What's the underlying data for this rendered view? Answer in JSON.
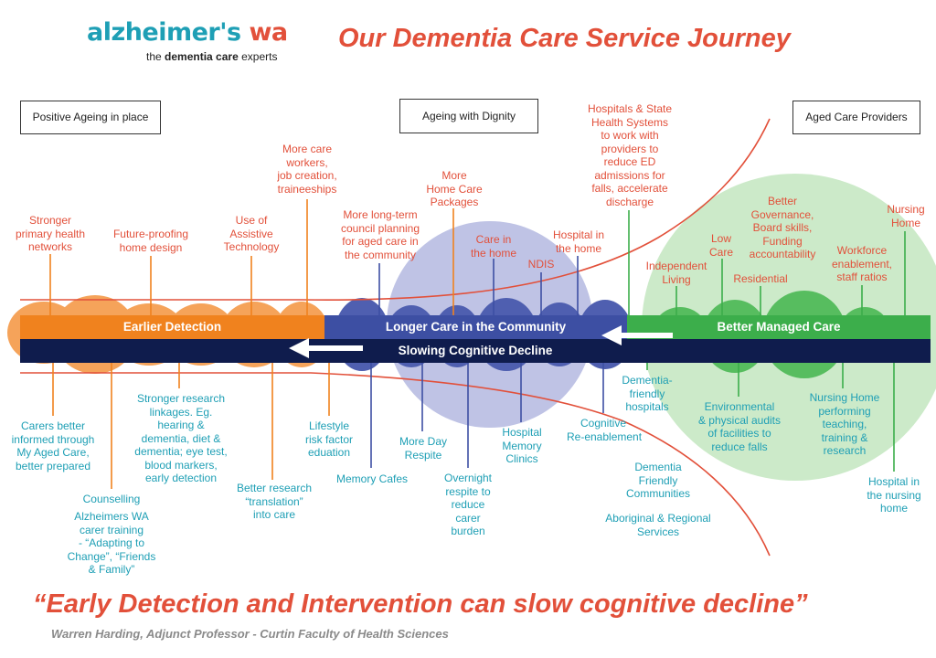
{
  "logo": {
    "name_main": "alzheimer's",
    "name_accent": "wa",
    "tagline_pre": "the",
    "tagline_bold": "dementia care",
    "tagline_post": "experts"
  },
  "title": "Our Dementia Care Service Journey",
  "stage_boxes": {
    "left": "Positive Ageing in place",
    "middle": "Ageing with Dignity",
    "right": "Aged Care Providers"
  },
  "bands": {
    "earlier": "Earlier Detection",
    "longer": "Longer Care in the Community",
    "better": "Better Managed Care",
    "slowing": "Slowing Cognitive Decline"
  },
  "top_labels": {
    "stronger_primary": [
      "Stronger",
      "primary health",
      "networks"
    ],
    "future_proofing": [
      "Future-proofing",
      "home design"
    ],
    "assistive": [
      "Use of",
      "Assistive",
      "Technology"
    ],
    "care_workers": [
      "More care",
      "workers,",
      "job creation,",
      "traineeships"
    ],
    "council": [
      "More long-term",
      "council planning",
      "for aged care in",
      "the community"
    ],
    "home_care": [
      "More",
      "Home Care",
      "Packages"
    ],
    "care_home": [
      "Care in",
      "the home"
    ],
    "ndis": [
      "NDIS"
    ],
    "hospital_home": [
      "Hospital in",
      "the home"
    ],
    "hospitals_state": [
      "Hospitals & State",
      "Health Systems",
      "to work with",
      "providers to",
      "reduce ED",
      "admissions for",
      "falls, accelerate",
      "discharge"
    ],
    "independent": [
      "Independent",
      "Living"
    ],
    "low_care": [
      "Low",
      "Care"
    ],
    "residential": [
      "Residential"
    ],
    "governance": [
      "Better",
      "Governance,",
      "Board skills,",
      "Funding",
      "accountability"
    ],
    "workforce": [
      "Workforce",
      "enablement,",
      "staff ratios"
    ],
    "nursing_home": [
      "Nursing",
      "Home"
    ]
  },
  "bottom_labels": {
    "carers": [
      "Carers better",
      "informed through",
      "My Aged Care,",
      "better prepared"
    ],
    "counselling": [
      "Counselling"
    ],
    "alz_training": [
      "Alzheimers WA",
      "carer training",
      "- “Adapting to",
      "Change”, “Friends",
      "& Family”"
    ],
    "research_linkages": [
      "Stronger research",
      "linkages. Eg.",
      "hearing &",
      "dementia, diet &",
      "dementia; eye test,",
      "blood markers,",
      "early detection"
    ],
    "research_translation": [
      "Better research",
      "“translation”",
      "into care"
    ],
    "lifestyle": [
      "Lifestyle",
      "risk factor",
      "eduation"
    ],
    "memory_cafes": [
      "Memory Cafes"
    ],
    "more_day": [
      "More Day",
      "Respite"
    ],
    "overnight": [
      "Overnight",
      "respite to",
      "reduce",
      "carer",
      "burden"
    ],
    "hospital_memory": [
      "Hospital",
      "Memory",
      "Clinics"
    ],
    "cognitive": [
      "Cognitive",
      "Re-enablement"
    ],
    "dementia_hospitals": [
      "Dementia-",
      "friendly",
      "hospitals"
    ],
    "environmental": [
      "Environmental",
      "& physical audits",
      "of facilities to",
      "reduce falls"
    ],
    "nursing_performing": [
      "Nursing Home",
      "performing",
      "teaching,",
      "training &",
      "research"
    ],
    "dementia_communities": [
      "Dementia",
      "Friendly",
      "Communities"
    ],
    "aboriginal": [
      "Aboriginal & Regional",
      "Services"
    ],
    "hospital_nursing": [
      "Hospital in",
      "the nursing",
      "home"
    ]
  },
  "quote": "“Early Detection and Intervention can slow cognitive decline”",
  "attribution": "Warren Harding, Adjunct Professor - Curtin Faculty of Health Sciences",
  "colors": {
    "orange": "#f0821e",
    "navy": "#0f1c4d",
    "blue": "#3d4fa3",
    "green": "#3cae4b",
    "red": "#e2503a",
    "teal": "#1e9fb5"
  }
}
